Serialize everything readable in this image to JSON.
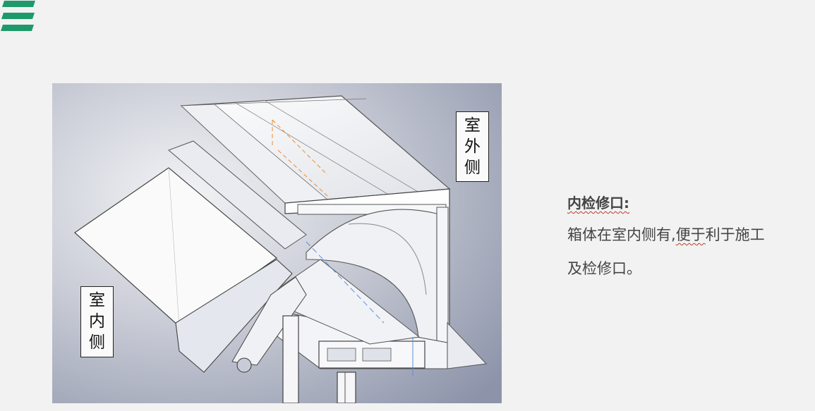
{
  "header": {
    "menu_icon": "hamburger-menu-icon",
    "accent_color": "#1e9a6a"
  },
  "figure": {
    "image_icon": "cassette-profile-cross-section-drawing",
    "label_outdoor": [
      "室",
      "外",
      "侧"
    ],
    "label_indoor": [
      "室",
      "内",
      "侧"
    ]
  },
  "description": {
    "title": "内检修口:",
    "line1_a": "箱体在室内侧有,",
    "line1_b": "便于",
    "line1_c": "利于施工",
    "line2": "及检修口。"
  }
}
